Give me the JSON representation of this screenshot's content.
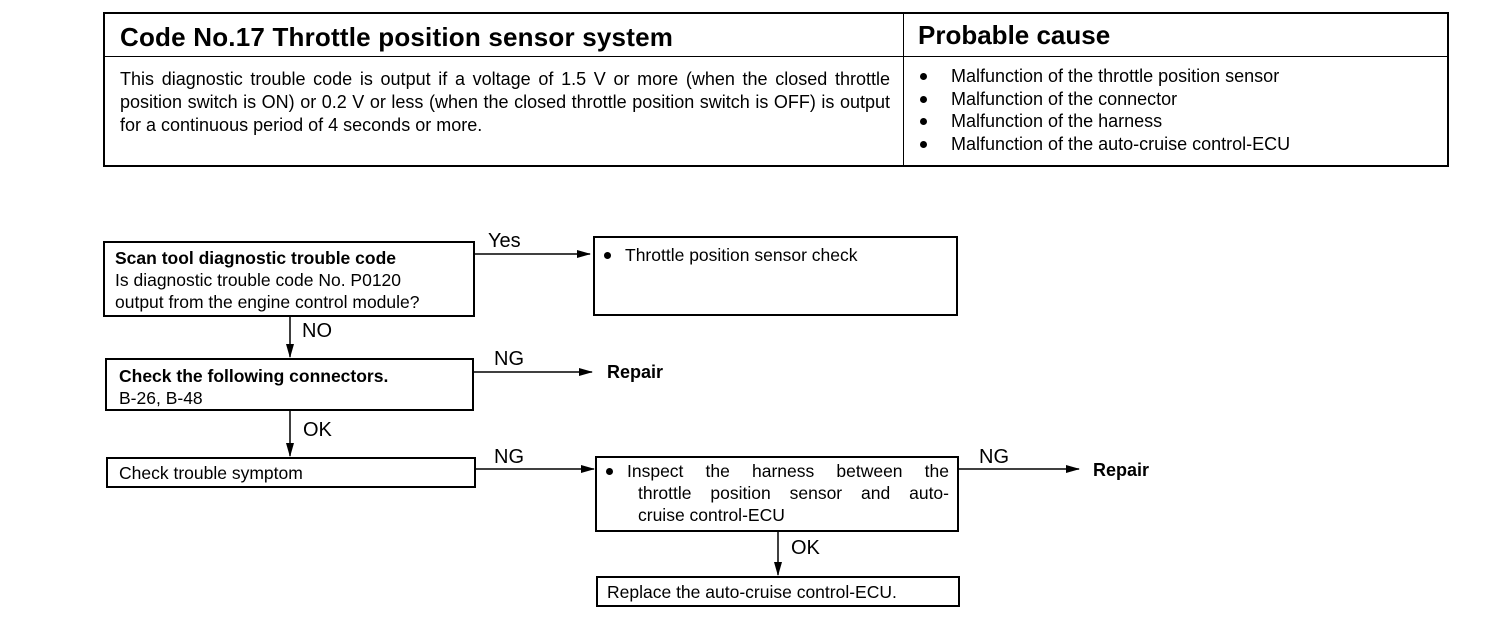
{
  "header": {
    "title": "Code No.17 Throttle position sensor system",
    "cause_heading": "Probable cause",
    "description": "This diagnostic trouble code is output if a voltage of 1.5 V or more (when the closed throttle position switch is ON) or 0.2 V or less (when the closed throttle position switch is OFF) is output for a continuous period of 4 seconds or more.",
    "causes": [
      "Malfunction of the throttle position sensor",
      "Malfunction of the connector",
      "Malfunction of the harness",
      "Malfunction of the auto-cruise control-ECU"
    ]
  },
  "flow": {
    "scan": {
      "title": "Scan tool diagnostic trouble code",
      "line1": "Is diagnostic trouble code No. P0120",
      "line2": "output from the engine control module?"
    },
    "tps_check": "Throttle position sensor check",
    "connectors": {
      "title": "Check the following connectors.",
      "list": "B-26, B-48"
    },
    "symptom": "Check trouble symptom",
    "inspect": {
      "line1": "Inspect the harness between the",
      "line2": "throttle position sensor and auto-",
      "line3": "cruise control-ECU"
    },
    "replace": "Replace the auto-cruise control-ECU.",
    "labels": {
      "yes": "Yes",
      "no": "NO",
      "ng": "NG",
      "ok": "OK",
      "repair": "Repair"
    }
  }
}
